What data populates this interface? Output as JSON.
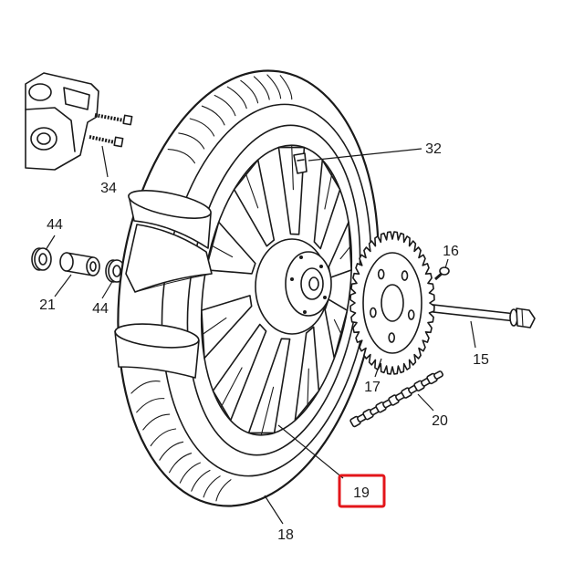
{
  "callouts": {
    "c32": "32",
    "c16": "16",
    "c44a": "44",
    "c21": "21",
    "c44b": "44",
    "c34": "34",
    "c15": "15",
    "c17": "17",
    "c20": "20",
    "c19": "19",
    "c18": "18"
  },
  "colors": {
    "line": "#1a1a1a",
    "highlight": "#e3151a",
    "background": "#ffffff"
  }
}
